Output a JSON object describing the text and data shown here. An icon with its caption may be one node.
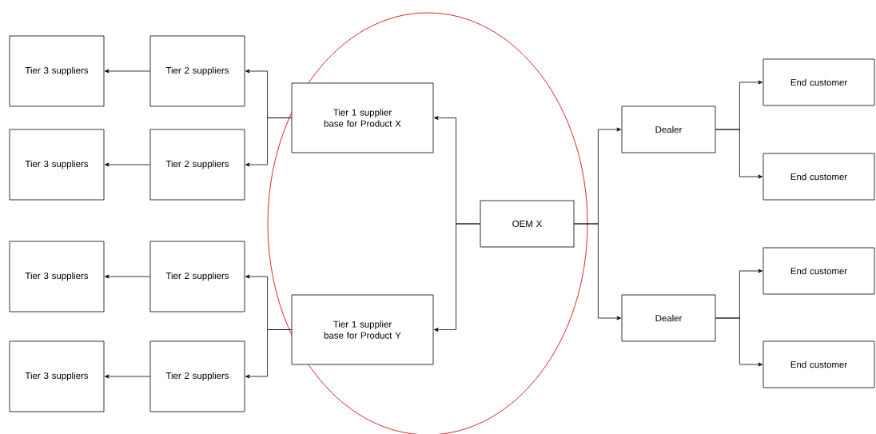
{
  "diagram": {
    "nodes": [
      {
        "text": [
          "Tier 3 suppliers"
        ]
      },
      {
        "text": [
          "Tier 2 suppliers"
        ]
      },
      {
        "text": [
          "Tier 3 suppliers"
        ]
      },
      {
        "text": [
          "Tier 2 suppliers"
        ]
      },
      {
        "text": [
          "Tier 3 suppliers"
        ]
      },
      {
        "text": [
          "Tier 2 suppliers"
        ]
      },
      {
        "text": [
          "Tier 3 suppliers"
        ]
      },
      {
        "text": [
          "Tier 2 suppliers"
        ]
      },
      {
        "text": [
          "Tier 1 supplier base for Product X"
        ]
      },
      {
        "text": [
          "Tier 1 supplier base for Product Y"
        ]
      },
      {
        "text": [
          "OEM X"
        ]
      },
      {
        "text": [
          "Dealer"
        ]
      },
      {
        "text": [
          "Dealer"
        ]
      },
      {
        "text": [
          "End customer"
        ]
      },
      {
        "text": [
          "End customer"
        ]
      },
      {
        "text": [
          "End customer"
        ]
      },
      {
        "text": [
          "End customer"
        ]
      }
    ],
    "edges": [
      {
        "from": 1,
        "to": 0,
        "arrow": "to"
      },
      {
        "from": 3,
        "to": 2,
        "arrow": "to"
      },
      {
        "from": 5,
        "to": 4,
        "arrow": "to"
      },
      {
        "from": 7,
        "to": 6,
        "arrow": "to"
      },
      {
        "from": 8,
        "to": 1,
        "arrow": "to"
      },
      {
        "from": 8,
        "to": 3,
        "arrow": "to"
      },
      {
        "from": 9,
        "to": 5,
        "arrow": "to"
      },
      {
        "from": 9,
        "to": 7,
        "arrow": "to"
      },
      {
        "from": 10,
        "to": 8,
        "arrow": "to"
      },
      {
        "from": 10,
        "to": 9,
        "arrow": "to"
      },
      {
        "from": 10,
        "to": 11,
        "arrow": "to"
      },
      {
        "from": 10,
        "to": 12,
        "arrow": "to"
      },
      {
        "from": 11,
        "to": 13,
        "arrow": "to"
      },
      {
        "from": 11,
        "to": 14,
        "arrow": "to"
      },
      {
        "from": 12,
        "to": 15,
        "arrow": "to"
      },
      {
        "from": 12,
        "to": 16,
        "arrow": "to"
      }
    ]
  }
}
